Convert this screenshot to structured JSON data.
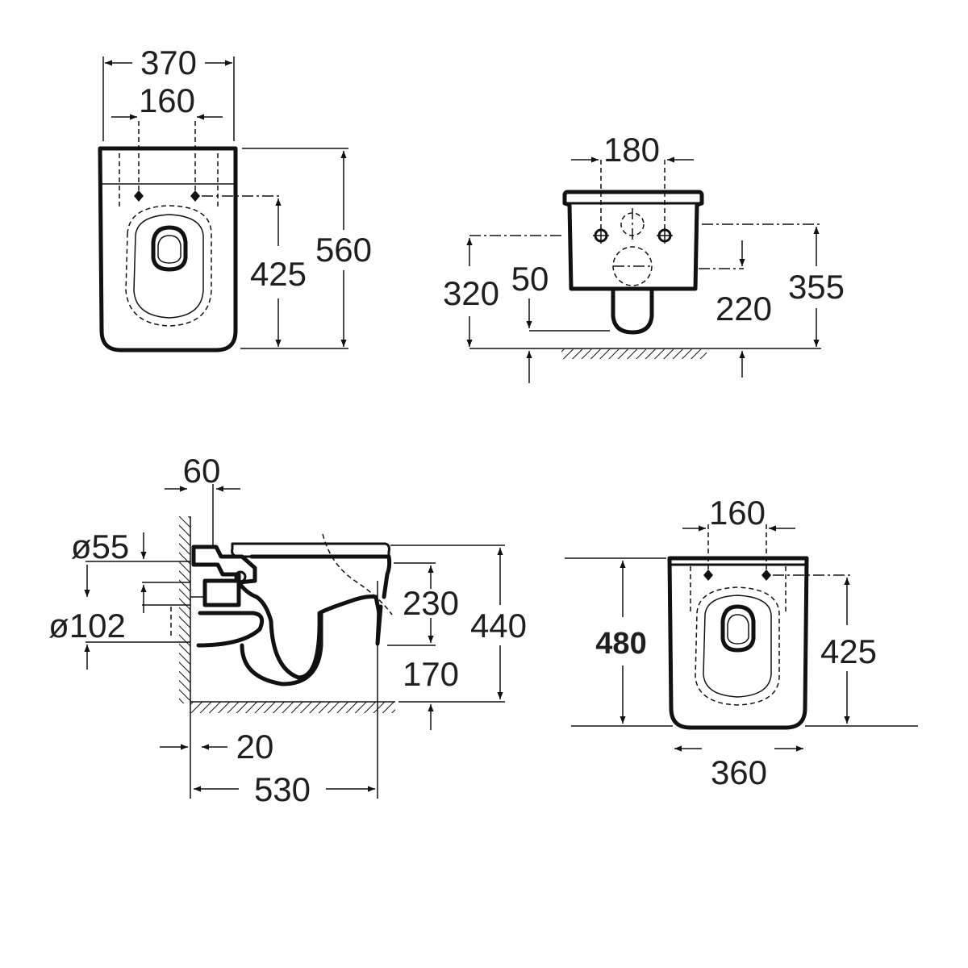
{
  "colors": {
    "line": "#111111",
    "text": "#1f1f1f",
    "background": "#ffffff"
  },
  "top_view": {
    "width_overall": "370",
    "fixing_spacing": "160",
    "depth_overall": "560",
    "fixing_to_front": "425"
  },
  "rear_view": {
    "fixing_spacing": "180",
    "fixing_height": "320",
    "outlet_offset": "50",
    "inlet_height": "220",
    "total_height": "355"
  },
  "side_view": {
    "wall_gap": "60",
    "inlet_diameter": "ø55",
    "outlet_diameter": "ø102",
    "rim_drop": "230",
    "rim_height": "440",
    "outlet_height": "170",
    "wall_offset": "20",
    "projection": "530"
  },
  "seat_view": {
    "fixing_spacing": "160",
    "seat_length": "480",
    "fixing_to_front": "425",
    "seat_width": "360"
  }
}
